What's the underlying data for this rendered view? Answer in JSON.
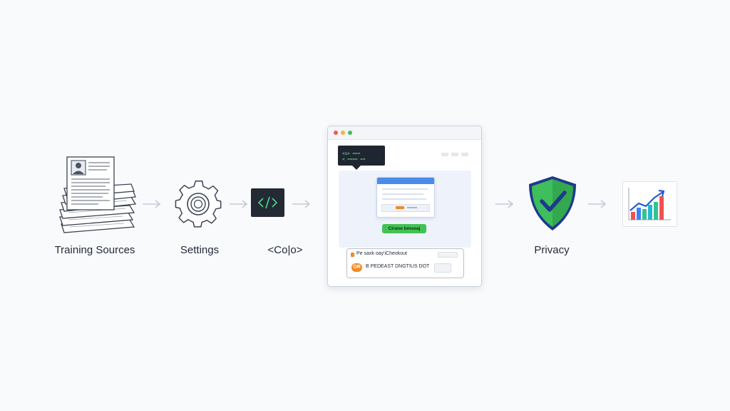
{
  "labels": {
    "training_sources": "Training Sources",
    "settings": "Settings",
    "code": "<Co|o>",
    "privacy": "Privacy"
  },
  "browser": {
    "green_button_label": "Cirane bmsoaj",
    "checkout_title": "Pe saxk oay'iCheokout",
    "checkout_badge": "OR",
    "checkout_line": "B PEDEAST DNGTIUS DOT",
    "tooltip_code_line1": "<s> ===",
    "tooltip_code_line2": "< ====  ==",
    "icons": [
      "close-dot-icon",
      "minimize-dot-icon",
      "maximize-dot-icon"
    ]
  },
  "icons": {
    "documents": "document-stack-icon",
    "settings": "gear-icon",
    "code": "code-brackets-icon",
    "privacy": "shield-check-icon",
    "analytics": "bar-chart-trend-icon"
  },
  "colors": {
    "background": "#f9fafc",
    "text": "#1f2937",
    "arrow": "#c5cad3",
    "code_bg": "#232a34",
    "code_fg": "#4fd08a",
    "shield_green": "#3fbf5b",
    "shield_check": "#1e3a8a",
    "modal_header": "#4b8bea",
    "button_green": "#43c254",
    "badge_orange": "#f08a24",
    "bar_blue": "#3b82f6",
    "bar_green": "#34c38f",
    "bar_teal": "#22b8cf",
    "bar_red": "#ef5350",
    "trend_blue": "#1e5bd6"
  }
}
